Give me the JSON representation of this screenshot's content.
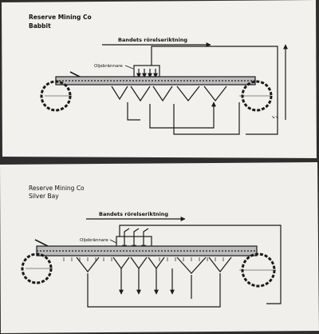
{
  "colors": {
    "paper": "#f2f1ee",
    "ink": "#1a1a1a",
    "background": "#2e2e2e"
  },
  "diagrams": [
    {
      "title_line1": "Reserve Mining Co",
      "title_line2": "Babbit",
      "direction_label": "Bandets rörelseriktning",
      "burner_label": "Oljebrännare"
    },
    {
      "title_line1": "Reserve Mining Co",
      "title_line2": "Silver Bay",
      "direction_label": "Bandets rörelseriktning",
      "burner_label": "Oljebrännare"
    }
  ]
}
